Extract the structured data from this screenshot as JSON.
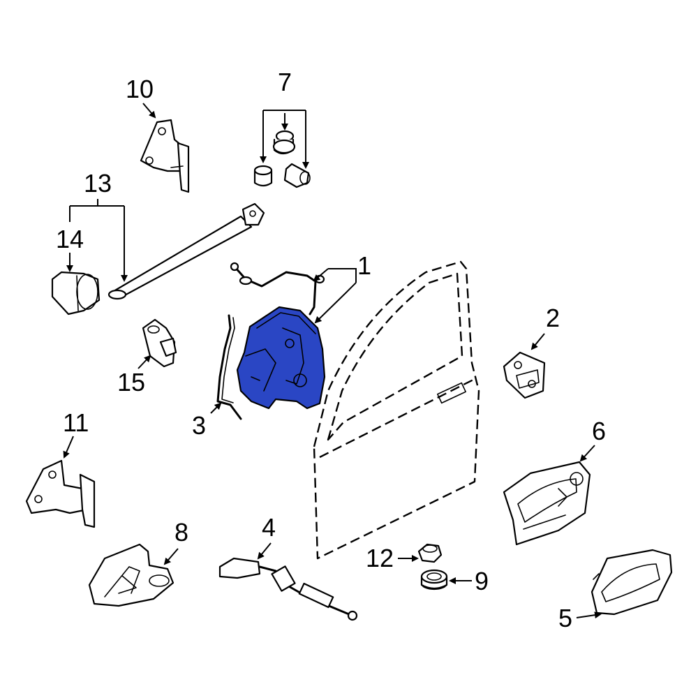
{
  "diagram": {
    "highlight_color": "#2a46c4",
    "line_color": "#000000",
    "background": "#ffffff",
    "callouts": [
      {
        "id": "1",
        "label": "1"
      },
      {
        "id": "2",
        "label": "2"
      },
      {
        "id": "3",
        "label": "3"
      },
      {
        "id": "4",
        "label": "4"
      },
      {
        "id": "5",
        "label": "5"
      },
      {
        "id": "6",
        "label": "6"
      },
      {
        "id": "7",
        "label": "7"
      },
      {
        "id": "8",
        "label": "8"
      },
      {
        "id": "9",
        "label": "9"
      },
      {
        "id": "10",
        "label": "10"
      },
      {
        "id": "11",
        "label": "11"
      },
      {
        "id": "12",
        "label": "12"
      },
      {
        "id": "13",
        "label": "13"
      },
      {
        "id": "14",
        "label": "14"
      },
      {
        "id": "15",
        "label": "15"
      }
    ]
  }
}
